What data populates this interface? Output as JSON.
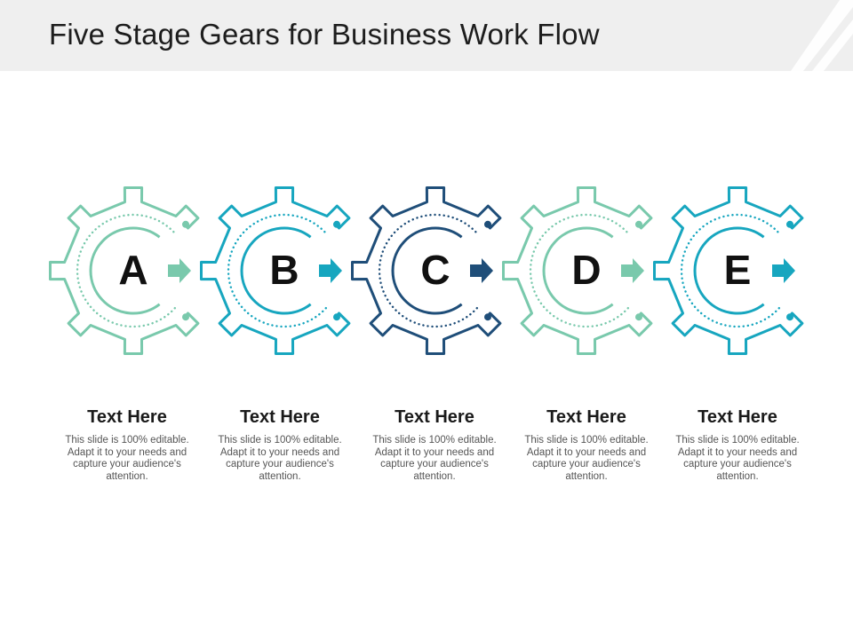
{
  "title": "Five Stage Gears for Business Work Flow",
  "colors": {
    "mint": "#79c9ac",
    "teal": "#17a6bf",
    "navy": "#1f4e79",
    "title_bar": "#efefef"
  },
  "stages": [
    {
      "letter": "A",
      "color": "#79c9ac",
      "heading": "Text Here",
      "body": "This slide is 100% editable. Adapt it to your needs and capture your audience's attention."
    },
    {
      "letter": "B",
      "color": "#17a6bf",
      "heading": "Text Here",
      "body": "This slide is 100% editable. Adapt it to your needs and capture your audience's attention."
    },
    {
      "letter": "C",
      "color": "#1f4e79",
      "heading": "Text Here",
      "body": "This slide is 100% editable. Adapt it to your needs and capture your audience's attention."
    },
    {
      "letter": "D",
      "color": "#79c9ac",
      "heading": "Text Here",
      "body": "This slide is 100% editable. Adapt it to your needs and capture your audience's attention."
    },
    {
      "letter": "E",
      "color": "#17a6bf",
      "heading": "Text Here",
      "body": "This slide is 100% editable. Adapt it to your needs and capture your audience's attention."
    }
  ]
}
